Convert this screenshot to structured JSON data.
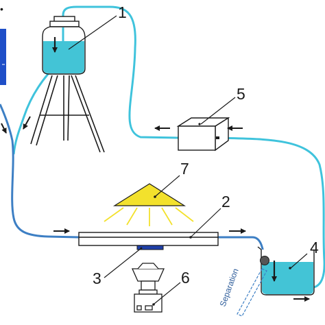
{
  "diagram": {
    "labels": {
      "reservoir": "1",
      "flow_channel": "2",
      "magnet": "3",
      "collection_beaker": "4",
      "pump": "5",
      "camera": "6",
      "light_source": "7"
    },
    "separation_text": "Separation",
    "colors": {
      "tubing": "#3fc3dc",
      "tubing_dark": "#3d7fc4",
      "liquid": "#43c4d6",
      "light": "#f3e12c",
      "ink": "#1a1a1a",
      "side_panel": "#1f4fc8"
    },
    "icons": {
      "flow_arrow": "arrow-icon",
      "stirrer": "stir-arrow-icon"
    }
  }
}
